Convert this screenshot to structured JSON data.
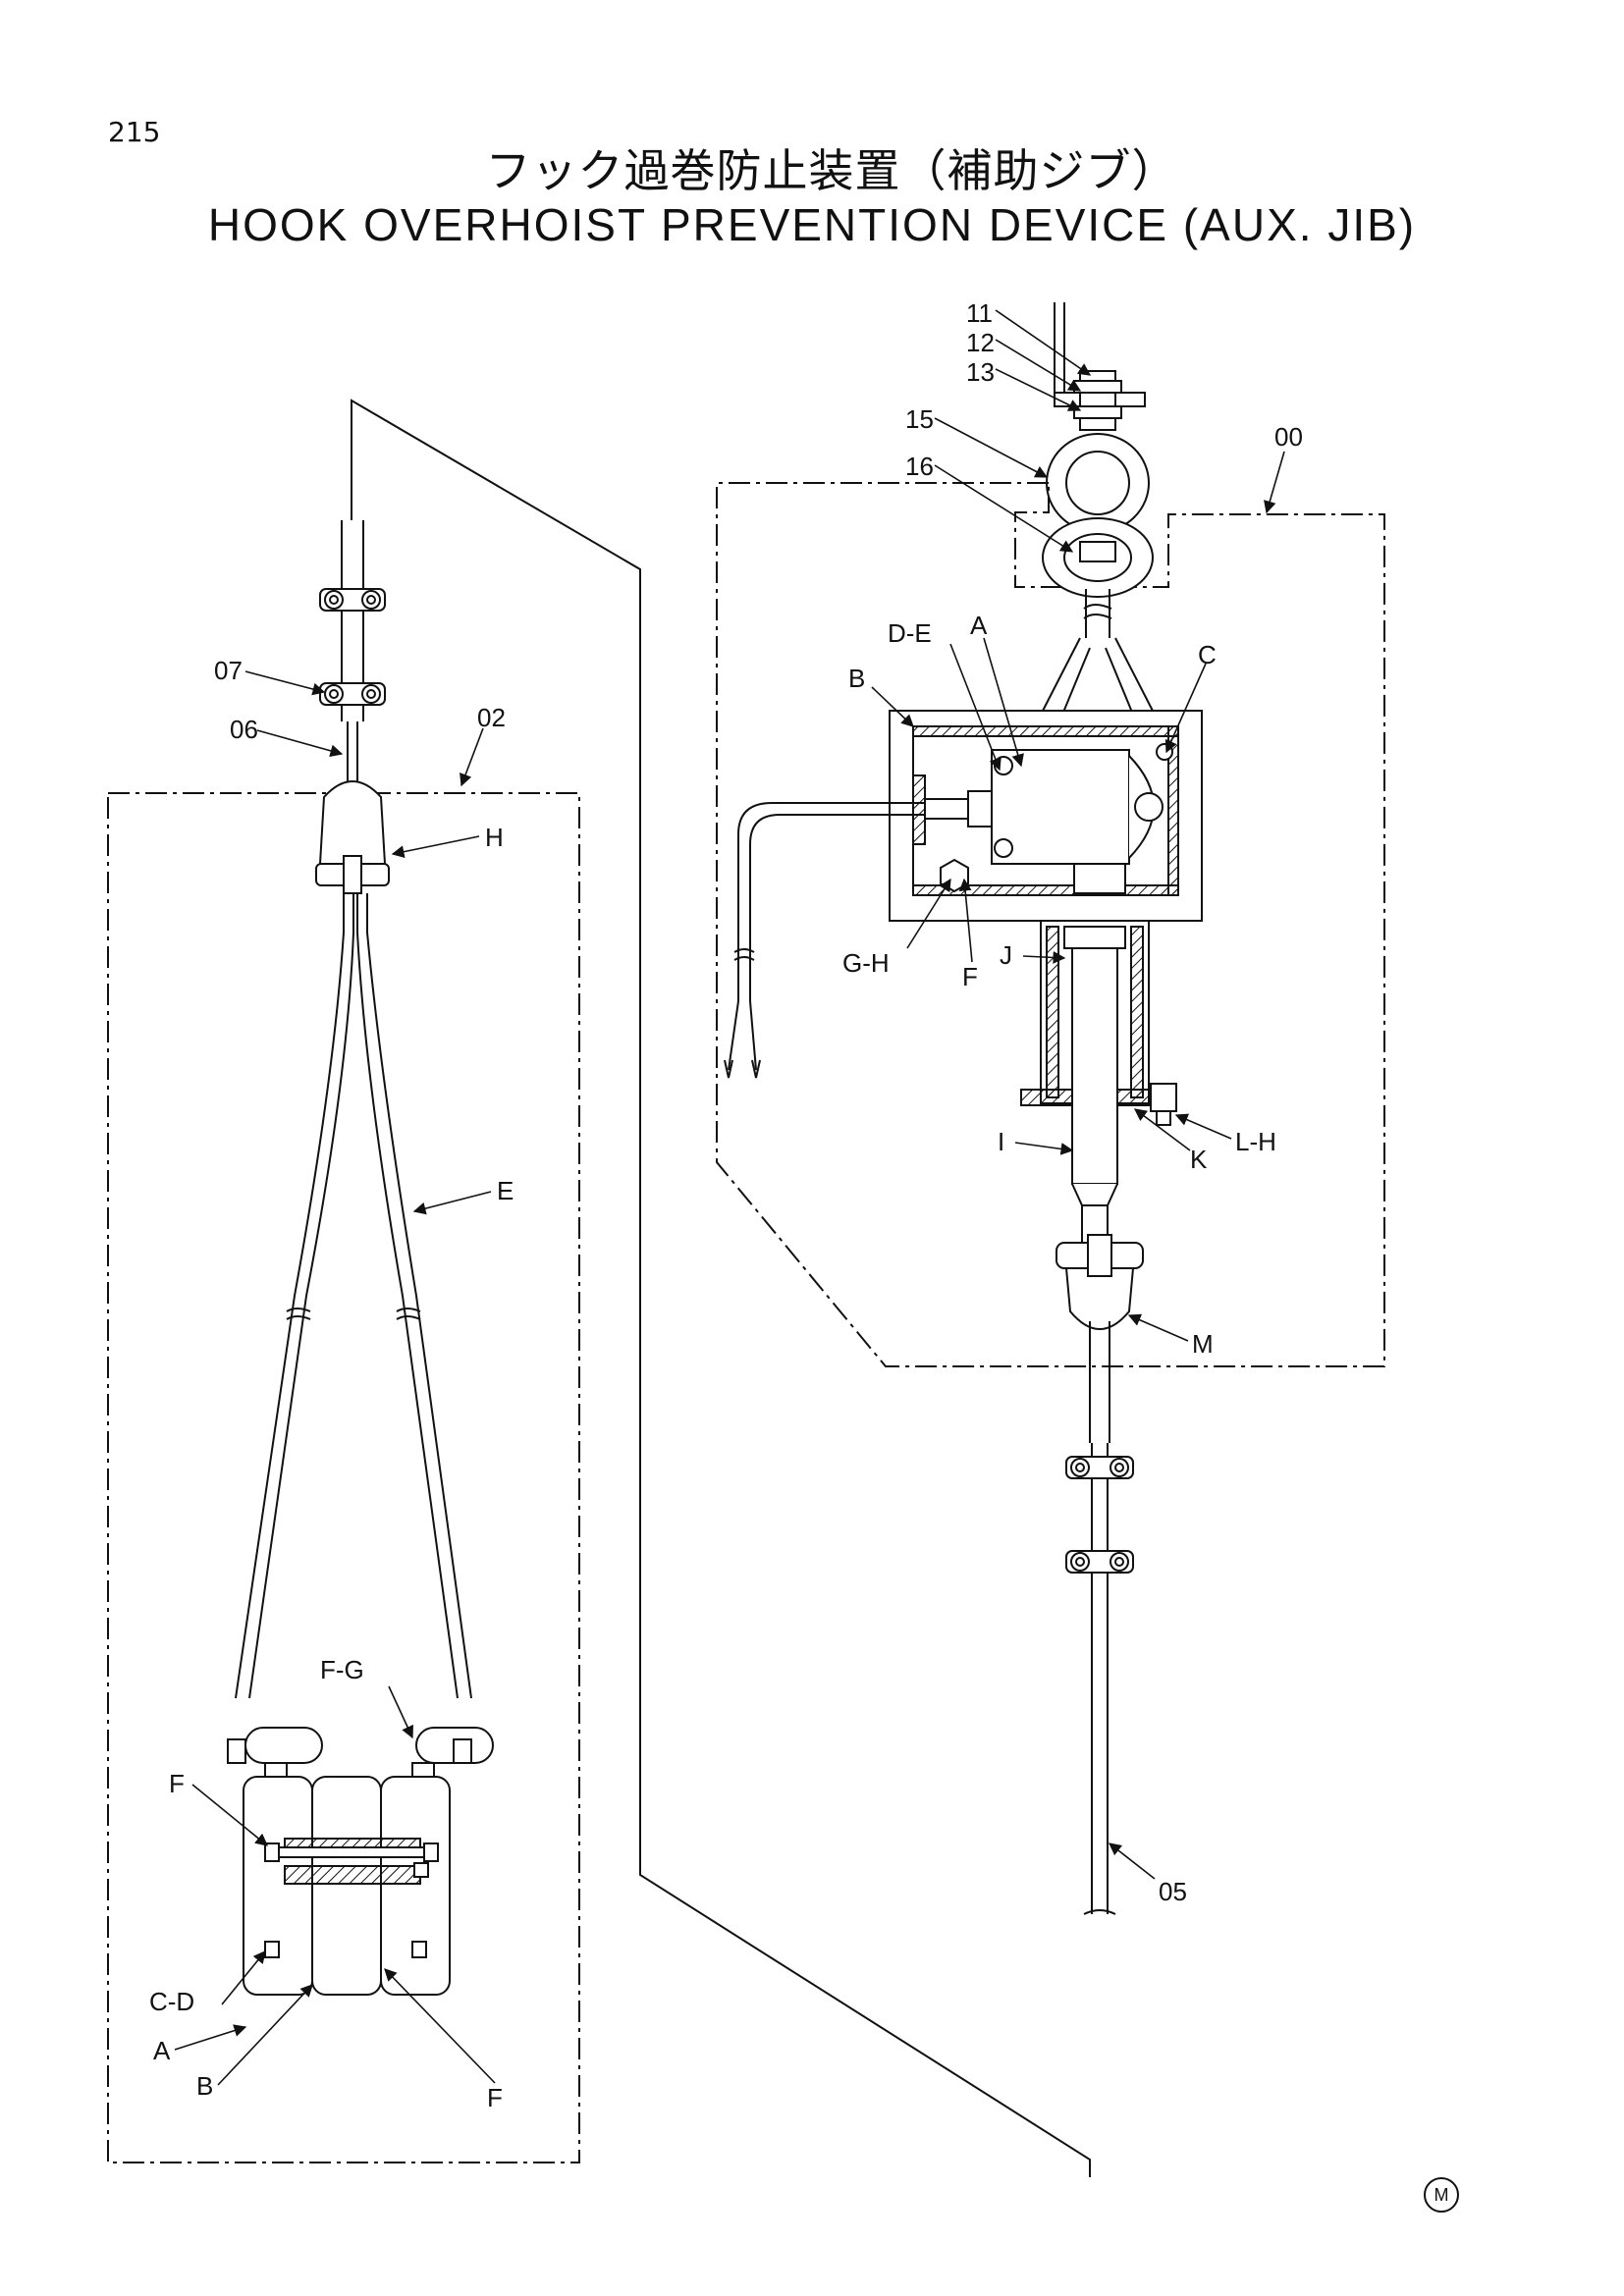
{
  "page_number": "215",
  "title": {
    "japanese": "フック過巻防止装置（補助ジブ）",
    "english": "HOOK OVERHOIST PREVENTION DEVICE (AUX. JIB)"
  },
  "maker_mark": "M",
  "left_assembly": {
    "callouts": [
      "07",
      "06",
      "02",
      "H",
      "E",
      "F-G",
      "F",
      "C-D",
      "A",
      "B",
      "F"
    ]
  },
  "right_assembly": {
    "callouts": [
      "11",
      "12",
      "13",
      "15",
      "16",
      "00",
      "D-E",
      "A",
      "C",
      "B",
      "G-H",
      "F",
      "J",
      "I",
      "K",
      "L-H",
      "M",
      "05"
    ]
  }
}
